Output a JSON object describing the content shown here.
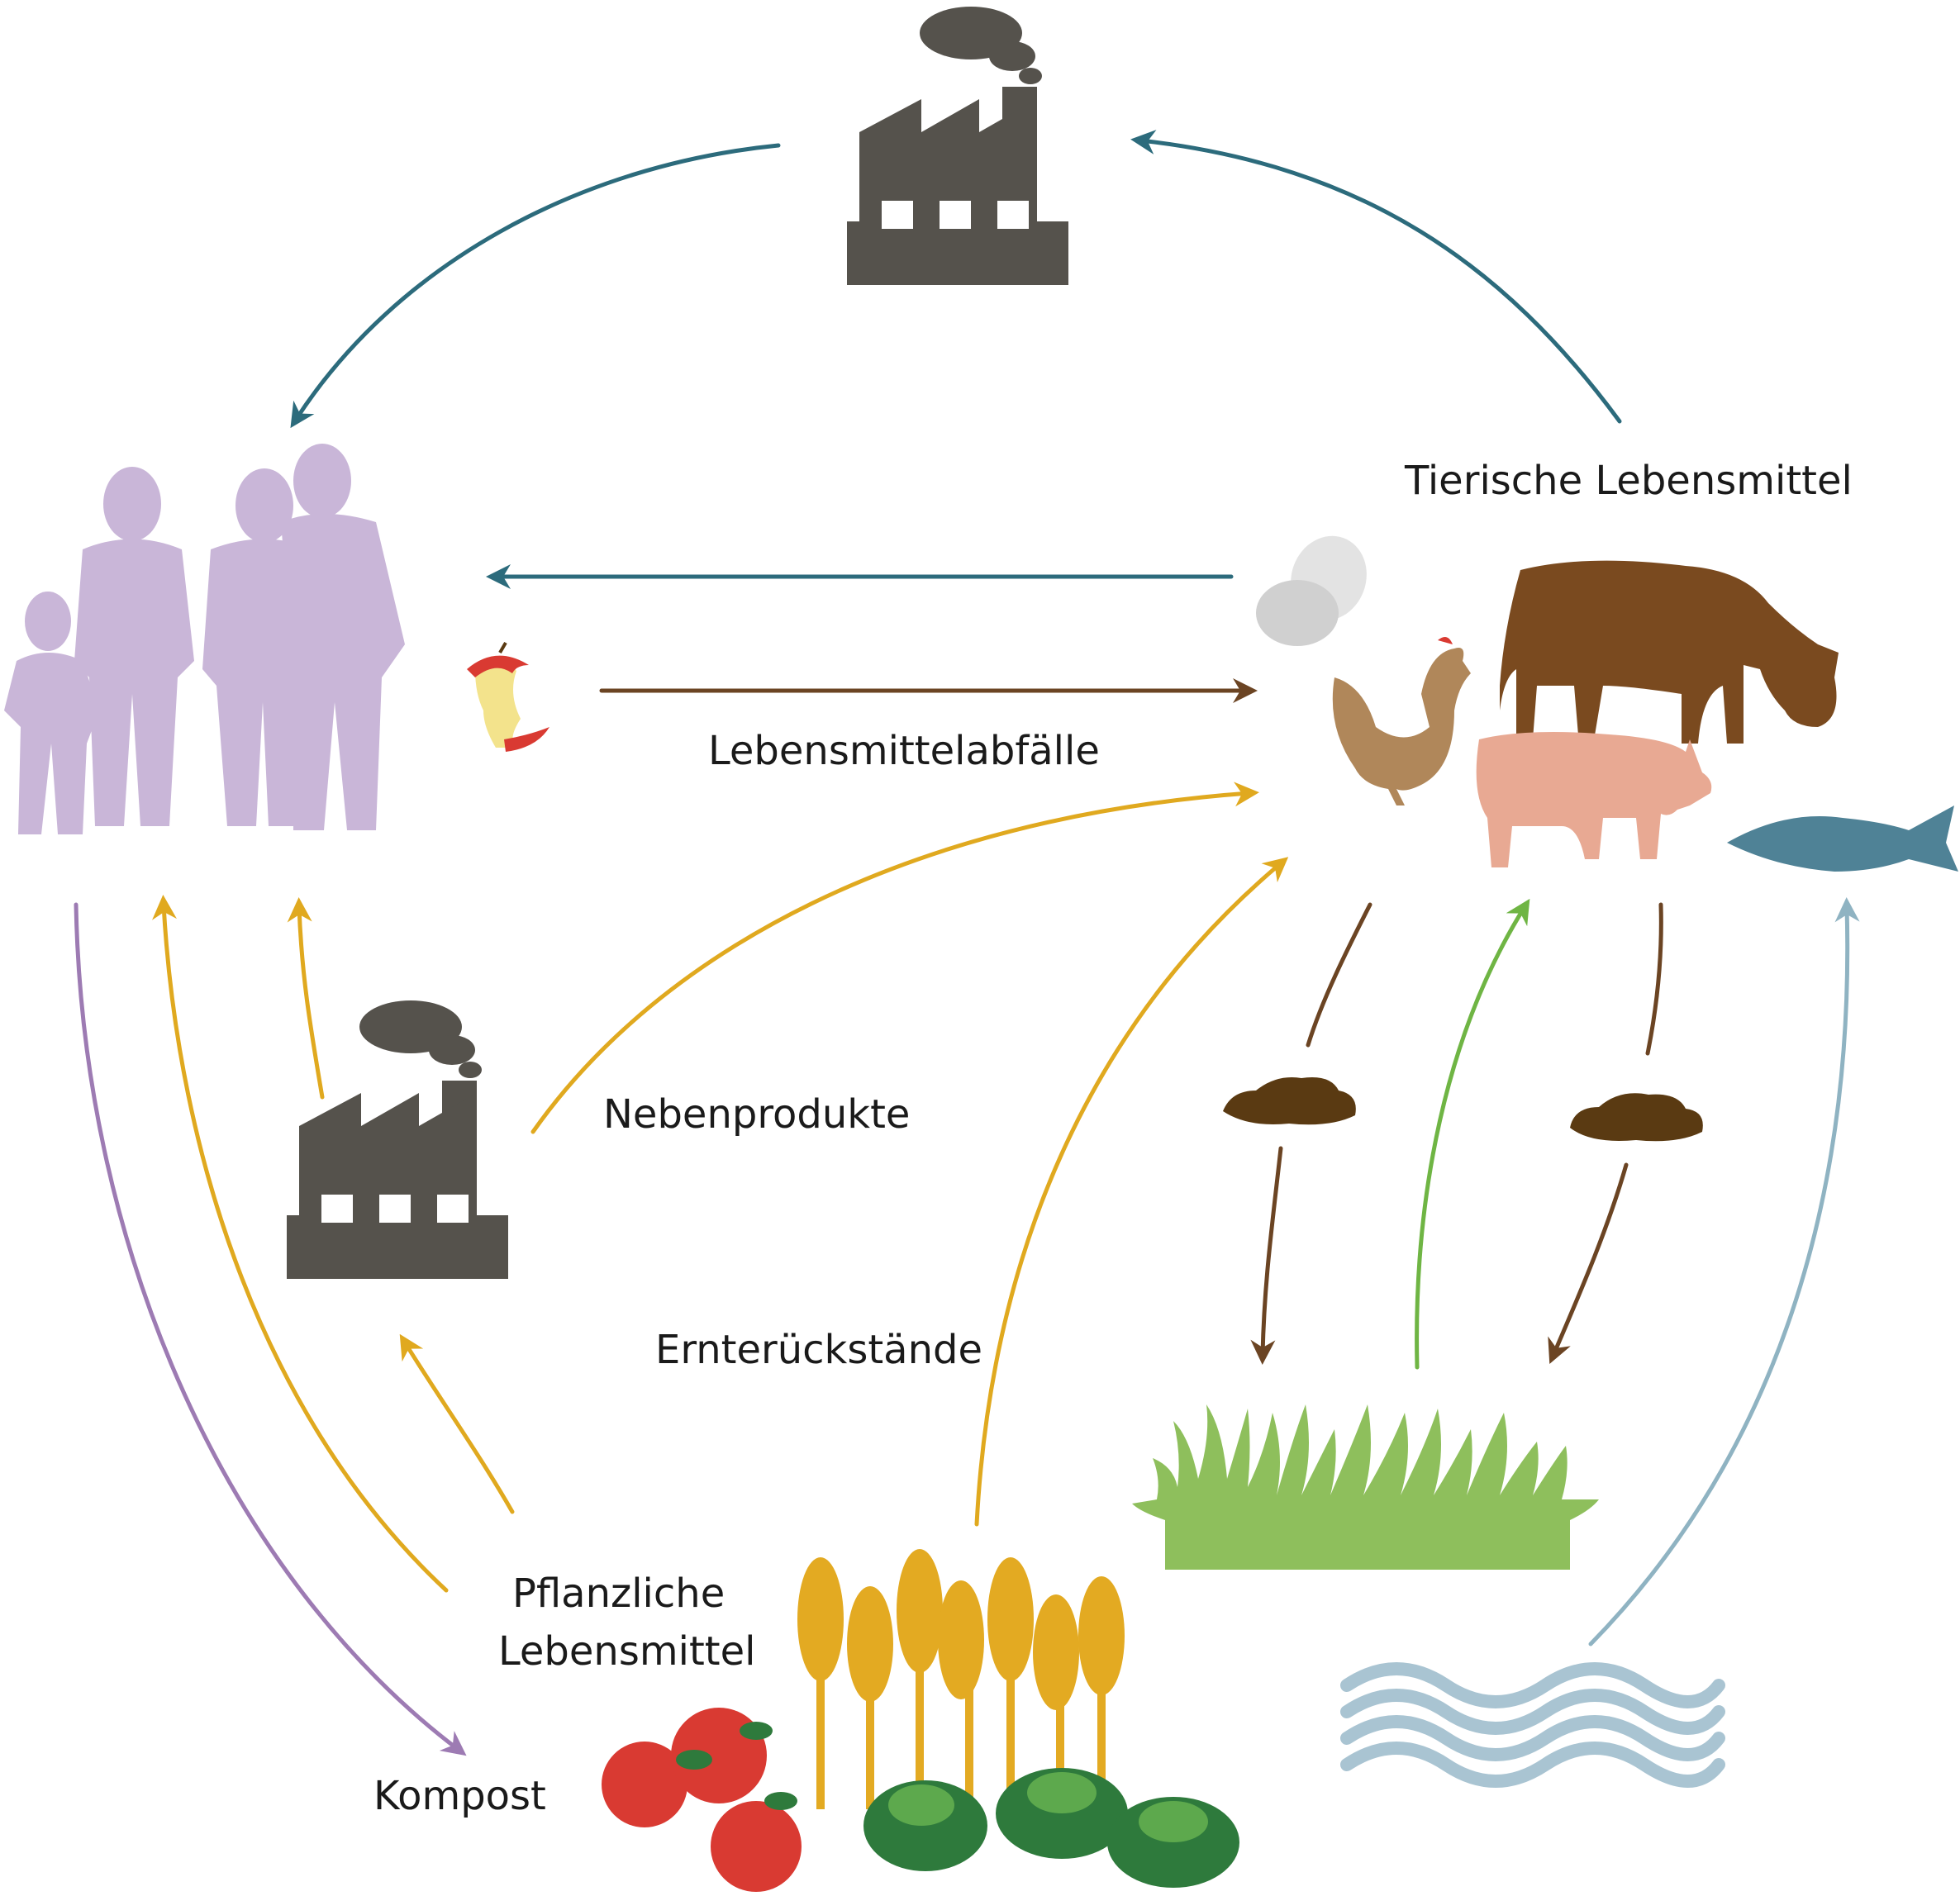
{
  "labels": {
    "tierische": "Tierische Lebensmittel",
    "abfaelle": "Lebensmittelabfälle",
    "nebenprodukte": "Nebenprodukte",
    "ernte": "Ernterückstände",
    "pflanzliche_1": "Pflanzliche",
    "pflanzliche_2": "Lebensmittel",
    "kompost": "Kompost"
  },
  "colors": {
    "teal_arrow": "#2c6b7c",
    "brown_arrow": "#6b4423",
    "yellow_arrow": "#e0a91f",
    "green_arrow": "#6fb544",
    "purple_arrow": "#9d7bb3",
    "lightblue_arrow": "#8fb3c2",
    "people": "#c9b6d8",
    "factory": "#55524c",
    "cow": "#7a4a1f",
    "pig": "#e8a993",
    "hen": "#b0875a",
    "fish": "#4f8296",
    "grass": "#8ebf5c",
    "manure": "#5a3a12",
    "wheat": "#e3aa22",
    "apple": "#d93a32",
    "lettuce": "#2e7a3c",
    "water": "#a9c4d2"
  },
  "icons": [
    "factory-icon",
    "people-icon",
    "apple-core-icon",
    "eggs-icon",
    "hen-icon",
    "cow-icon",
    "pig-icon",
    "fish-icon",
    "manure-icon",
    "grass-icon",
    "wheat-icon",
    "apple-icon",
    "lettuce-icon",
    "water-icon"
  ]
}
